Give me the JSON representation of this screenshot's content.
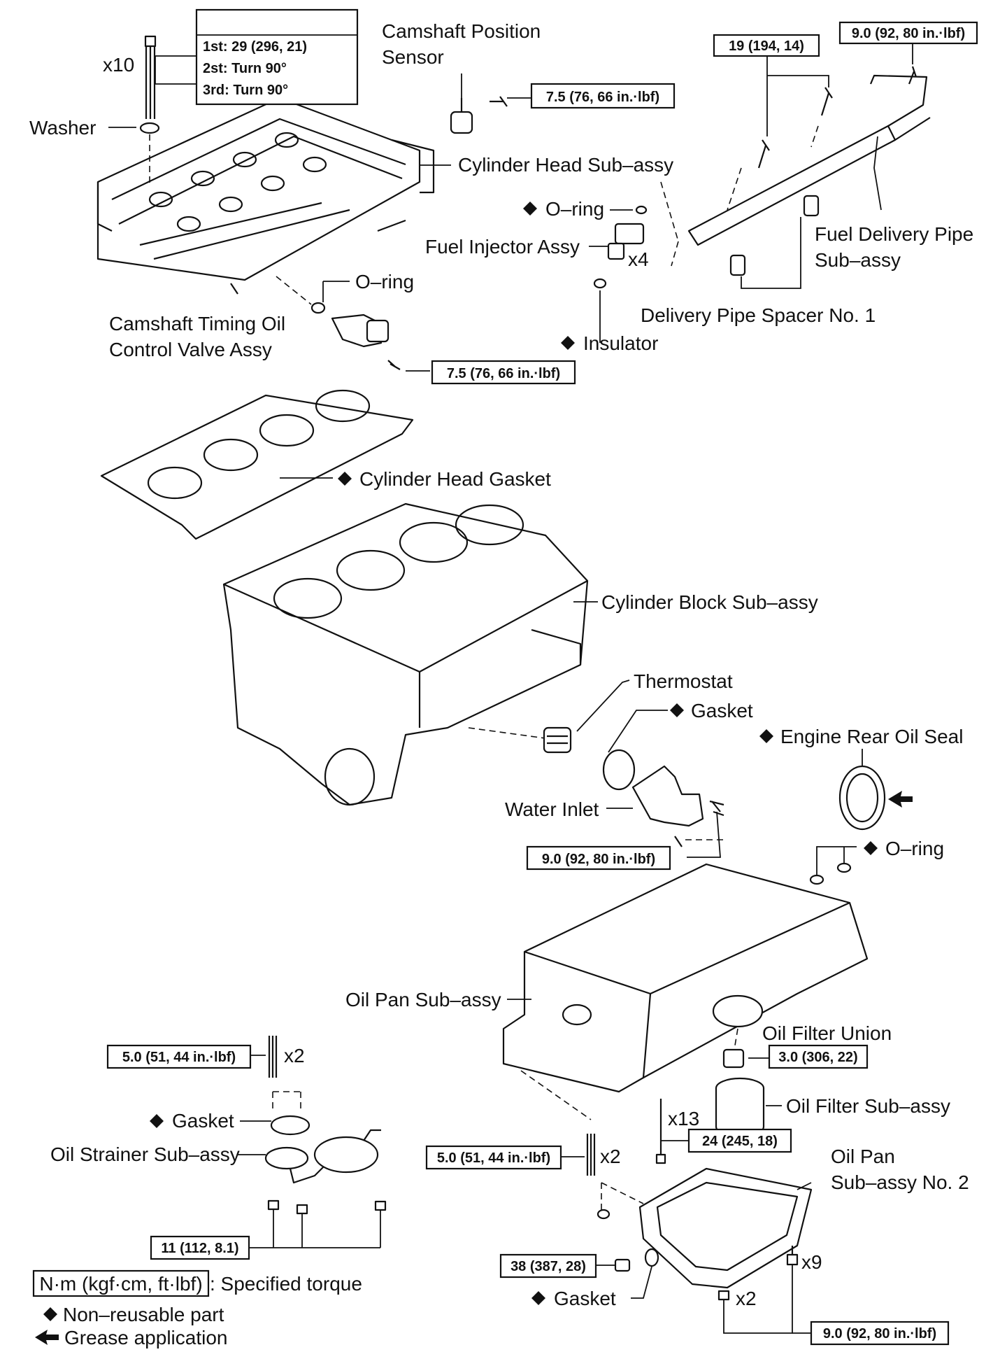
{
  "labels": {
    "washer": "Washer",
    "x10": "x10",
    "camshaft_position_sensor_1": "Camshaft Position",
    "camshaft_position_sensor_2": "Sensor",
    "cylinder_head_sub_assy": "Cylinder Head Sub–assy",
    "oring_top": "O–ring",
    "fuel_injector_assy": "Fuel Injector Assy",
    "x4": "x4",
    "insulator": "Insulator",
    "fuel_delivery_pipe_1": "Fuel Delivery Pipe",
    "fuel_delivery_pipe_2": "Sub–assy",
    "delivery_pipe_spacer": "Delivery Pipe Spacer No. 1",
    "oring_ocv": "O–ring",
    "cam_timing_ocv_1": "Camshaft Timing Oil",
    "cam_timing_ocv_2": "Control Valve Assy",
    "cylinder_head_gasket": "Cylinder Head Gasket",
    "cylinder_block_sub_assy": "Cylinder Block Sub–assy",
    "thermostat": "Thermostat",
    "gasket_thermo": "Gasket",
    "engine_rear_oil_seal": "Engine Rear Oil Seal",
    "water_inlet": "Water Inlet",
    "oring_pan": "O–ring",
    "oil_pan_sub_assy": "Oil Pan Sub–assy",
    "oil_filter_union": "Oil Filter Union",
    "oil_filter_sub_assy": "Oil Filter Sub–assy",
    "x13": "x13",
    "x2_stud_left": "x2",
    "gasket_strainer": "Gasket",
    "oil_strainer_sub_assy": "Oil Strainer Sub–assy",
    "x2_stud_right": "x2",
    "oil_pan_no2_1": "Oil Pan",
    "oil_pan_no2_2": "Sub–assy No. 2",
    "gasket_drain": "Gasket",
    "x9": "x9",
    "x2_bottom": "x2"
  },
  "torques": {
    "head_bolt_header": "",
    "head_bolt_1st": "1st: 29 (296, 21)",
    "head_bolt_2nd": "2st: Turn 90°",
    "head_bolt_3rd": "3rd: Turn 90°",
    "cam_sensor": "7.5 (76, 66 in.·lbf)",
    "delivery_pipe_bolt": "19 (194, 14)",
    "delivery_pipe_bracket": "9.0 (92, 80 in.·lbf)",
    "ocv_bolt": "7.5 (76, 66 in.·lbf)",
    "water_inlet_nut": "9.0 (92, 80 in.·lbf)",
    "oil_filter_union": "3.0 (306, 22)",
    "oil_pan_bolt": "24 (245, 18)",
    "stud_left": "5.0 (51, 44 in.·lbf)",
    "stud_right": "5.0 (51, 44 in.·lbf)",
    "strainer_nut": "11 (112, 8.1)",
    "drain_plug": "38 (387, 28)",
    "oil_pan_no2_bolt": "9.0 (92, 80 in.·lbf)"
  },
  "legend": {
    "torque_box": "N·m (kgf·cm, ft·lbf)",
    "torque_text": ": Specified torque",
    "nonreusable": "Non–reusable part",
    "grease": "Grease application"
  }
}
